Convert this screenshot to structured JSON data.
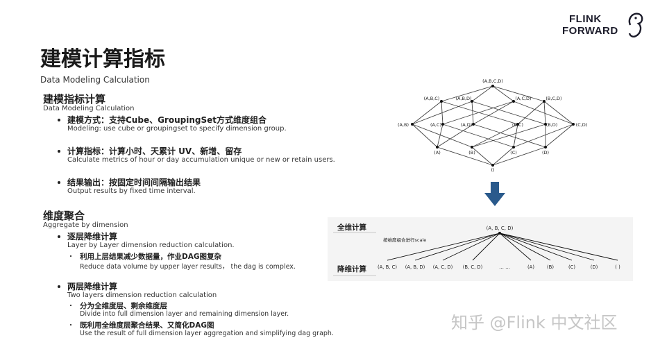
{
  "logo": {
    "line1": "FLINK",
    "line2": "FORWARD"
  },
  "title": "建模计算指标",
  "subtitle": "Data Modeling Calculation",
  "section1": {
    "title": "建模指标计算",
    "subtitle": "Data Modeling Calculation",
    "bullets": [
      {
        "title": "建模方式：支持Cube、GroupingSet方式维度组合",
        "desc": "Modeling: use cube or groupingset to specify dimension group."
      },
      {
        "title": "计算指标：计算小时、天累计 UV、新增、留存",
        "desc": "Calculate metrics of hour or day accumulation unique or new or retain users."
      },
      {
        "title": "结果输出：按固定时间间隔输出结果",
        "desc": "Output results by fixed time interval."
      }
    ]
  },
  "section2": {
    "title": "维度聚合",
    "subtitle": "Aggregate by dimension",
    "bullets": [
      {
        "title": "逐层降维计算",
        "desc": "Layer by Layer dimension reduction calculation.",
        "subs": [
          {
            "title": "利用上层结果减少数据量，作业DAG图复杂",
            "desc": "Reduce data volume by upper layer results， the dag is complex."
          }
        ]
      },
      {
        "title": "两层降维计算",
        "desc": "Two layers dimension reduction calculation",
        "subs": [
          {
            "title": "分为全维度层、剩余维度层",
            "desc": "Divide into full dimension layer and remaining dimension layer."
          },
          {
            "title": "既利用全维度层聚合结果、又简化DAG图",
            "desc": "Use the result of full dimension layer aggregation and simplifying dag graph."
          }
        ]
      }
    ]
  },
  "lattice": {
    "top": "(A,B,C,D)",
    "level3": [
      "(A,B,C)",
      "(A,B,D)",
      "(A,C,D)",
      "(B,C,D)"
    ],
    "level2": [
      "(A,B)",
      "(A,C)",
      "(A,D)",
      "(B,C)",
      "(B,D)",
      "(C,D)"
    ],
    "level1": [
      "(A)",
      "(B)",
      "(C)",
      "(D)"
    ],
    "bottom": "()"
  },
  "tree": {
    "full_label": "全维计算",
    "root": "(A, B, C, D)",
    "note": "按维度组合进行scale",
    "reduce_label": "降维计算",
    "leaves": [
      "(A, B, C)",
      "(A, B, D)",
      "(A, C, D)",
      "(B, C, D)",
      "… …",
      "(A)",
      "(B)",
      "(C)",
      "(D)",
      "( )"
    ]
  },
  "watermark": "知乎 @Flink 中文社区",
  "colors": {
    "arrow": "#2a5a8c",
    "text": "#222222"
  }
}
